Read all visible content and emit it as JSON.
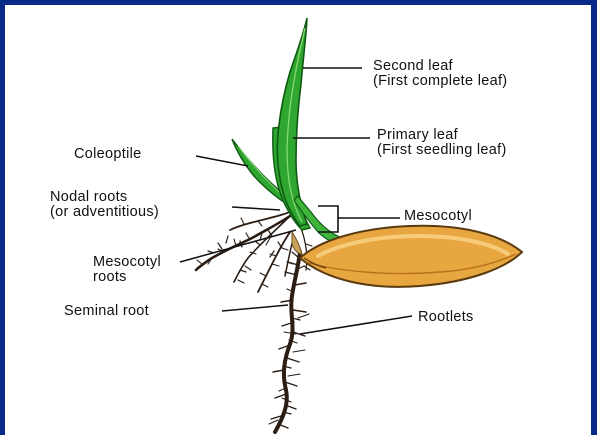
{
  "labels": {
    "second_leaf": "Second leaf",
    "second_leaf_sub": "(First complete leaf)",
    "primary_leaf": "Primary leaf",
    "primary_leaf_sub": "(First seedling leaf)",
    "coleoptile": "Coleoptile",
    "nodal_roots": "Nodal roots",
    "nodal_roots_sub": "(or adventitious)",
    "mesocotyl": "Mesocotyl",
    "mesocotyl_roots": "Mesocotyl",
    "mesocotyl_roots_sub": "roots",
    "seminal_root": "Seminal root",
    "rootlets": "Rootlets"
  },
  "colors": {
    "leaf_green": "#2fa62f",
    "leaf_dark": "#0e5a12",
    "seed_fill": "#e8a640",
    "seed_light": "#f6cc7a",
    "root_color": "#2b1d14",
    "frame_blue": "#0a2a8a",
    "leader_line": "#111111"
  }
}
